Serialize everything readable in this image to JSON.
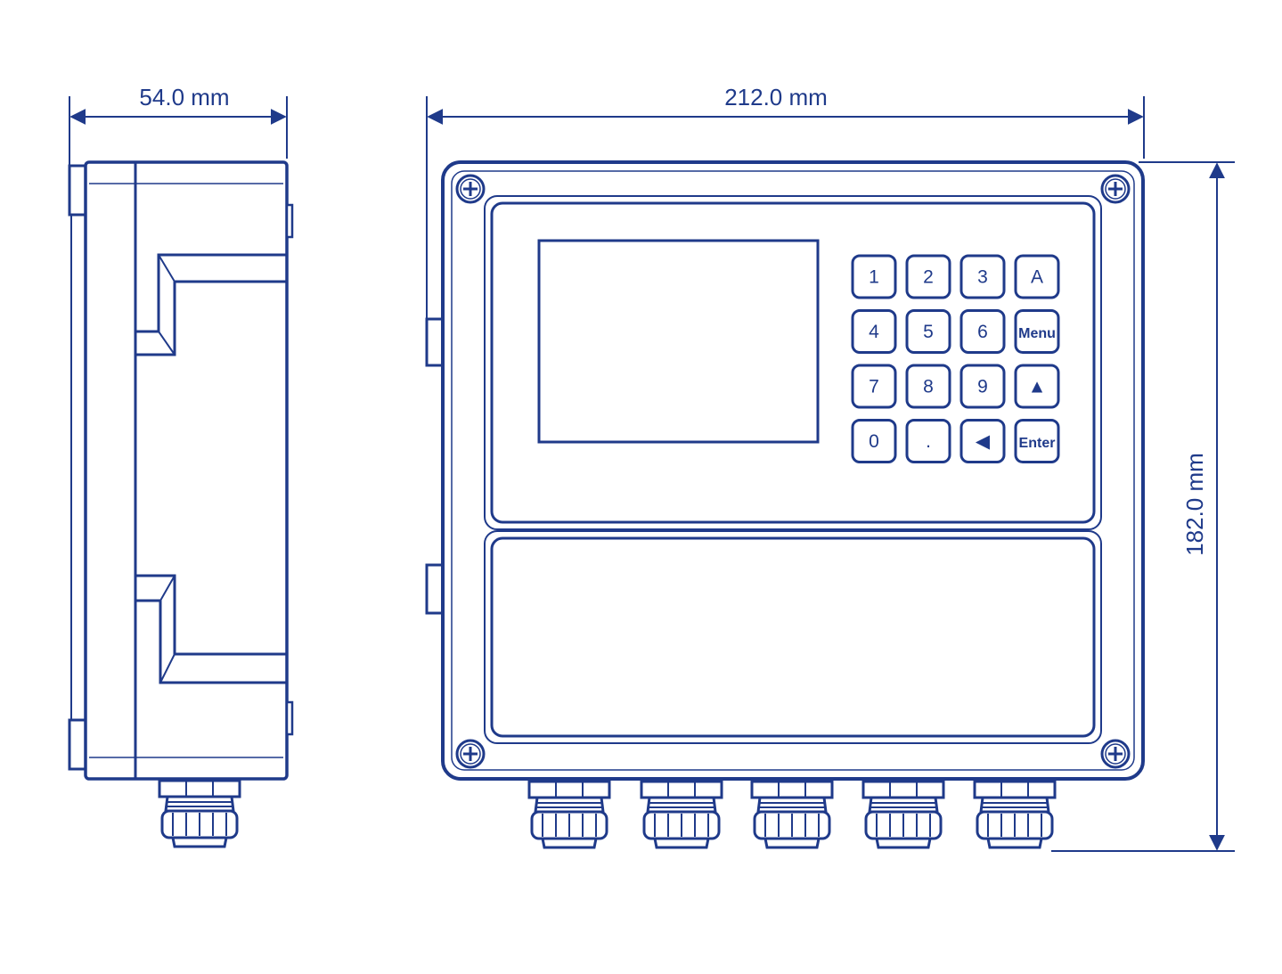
{
  "colors": {
    "stroke": "#1f3a8a",
    "background": "#ffffff"
  },
  "dimensions": {
    "depth": "54.0 mm",
    "width": "212.0 mm",
    "height": "182.0 mm"
  },
  "keypad": {
    "rows": [
      [
        "1",
        "2",
        "3",
        "A"
      ],
      [
        "4",
        "5",
        "6",
        "Menu"
      ],
      [
        "7",
        "8",
        "9",
        "▲"
      ],
      [
        "0",
        ".",
        "◀",
        "Enter"
      ]
    ]
  },
  "icons": {
    "screw": "screw-icon",
    "cable_gland": "cable-gland-icon"
  }
}
